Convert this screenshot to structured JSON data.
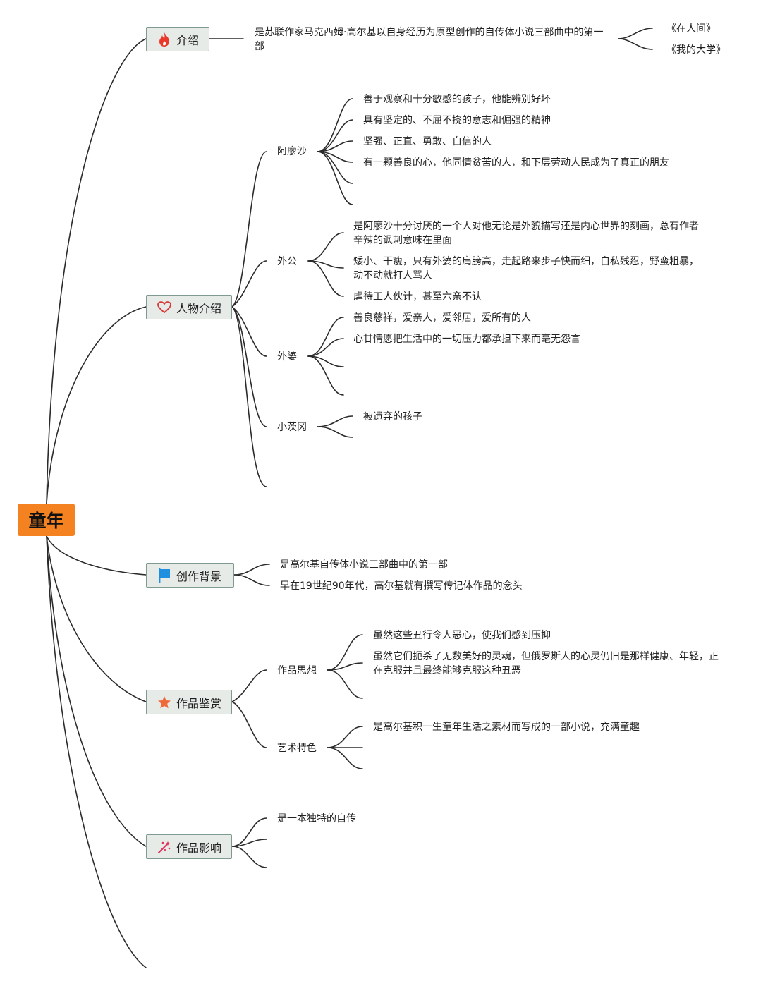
{
  "root": "童年",
  "branches": {
    "intro": {
      "label": "介绍",
      "icon": "fire-icon",
      "text": "是苏联作家马克西姆·高尔基以自身经历为原型创作的自传体小说三部曲中的第一部",
      "sequels": [
        "《在人间》",
        "《我的大学》"
      ]
    },
    "characters": {
      "label": "人物介绍",
      "icon": "heart-icon",
      "alyosha": {
        "name": "阿廖沙",
        "traits": [
          "善于观察和十分敏感的孩子，他能辨别好坏",
          "具有坚定的、不屈不挠的意志和倔强的精神",
          "坚强、正直、勇敢、自信的人",
          "有一颗善良的心，他同情贫苦的人，和下层劳动人民成为了真正的朋友"
        ]
      },
      "grandfather": {
        "name": "外公",
        "traits": [
          "是阿廖沙十分讨厌的一个人对他无论是外貌描写还是内心世界的刻画，总有作者辛辣的讽刺意味在里面",
          "矮小、干瘦，只有外婆的肩膀高，走起路来步子快而细，自私残忍，野蛮粗暴，动不动就打人骂人",
          "虐待工人伙计，甚至六亲不认"
        ]
      },
      "grandmother": {
        "name": "外婆",
        "traits": [
          "善良慈祥，爱亲人，爱邻居，爱所有的人",
          "心甘情愿把生活中的一切压力都承担下来而毫无怨言"
        ]
      },
      "xiaoxianggang": {
        "name": "小茨冈",
        "traits": [
          "被遗弃的孩子"
        ]
      }
    },
    "background": {
      "label": "创作背景",
      "icon": "flag-icon",
      "items": [
        "是高尔基自传体小说三部曲中的第一部",
        "早在19世纪90年代，高尔基就有撰写传记体作品的念头"
      ]
    },
    "appreciation": {
      "label": "作品鉴赏",
      "icon": "star-icon",
      "thought": {
        "name": "作品思想",
        "items": [
          "虽然这些丑行令人恶心，使我们感到压抑",
          "虽然它们扼杀了无数美好的灵魂，但俄罗斯人的心灵仍旧是那样健康、年轻，正在克服并且最终能够克服这种丑恶"
        ]
      },
      "art": {
        "name": "艺术特色",
        "items": [
          "是高尔基积一生童年生活之素材而写成的一部小说，充满童趣"
        ]
      }
    },
    "influence": {
      "label": "作品影响",
      "icon": "sparkle-icon",
      "items": [
        "是一本独特的自传"
      ]
    }
  },
  "colors": {
    "root": "#f58220",
    "branch_fill": "#e7ebe8",
    "branch_border": "#7f9a90",
    "line": "#2b2b2b",
    "fire": "#e8392b",
    "heart": "#d83a3a",
    "flag": "#1f8fe0",
    "star": "#ef6a3a",
    "sparkle": "#e0325d"
  }
}
